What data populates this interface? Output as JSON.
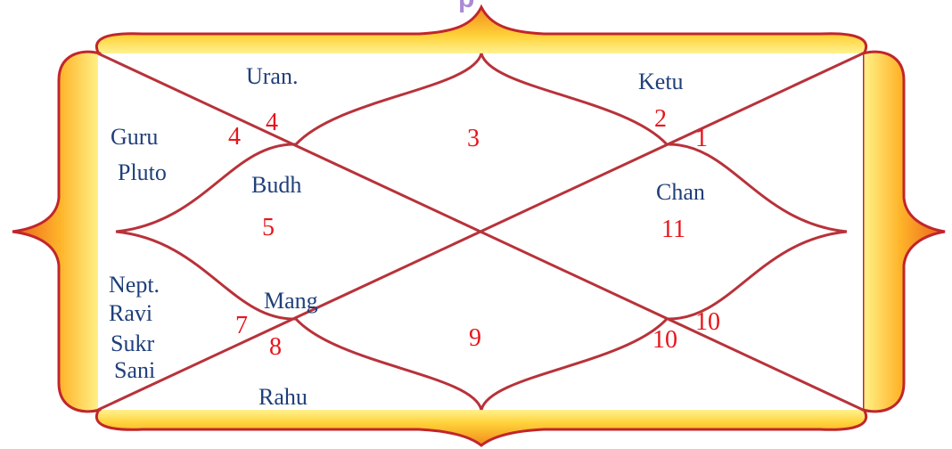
{
  "title_fragment": "p",
  "colors": {
    "frame_dark": "#c0262c",
    "frame_mid": "#f28a1a",
    "frame_light": "#fff59a",
    "lines": "#b8323a",
    "planet_text": "#1f3f7a",
    "house_number": "#e8141b",
    "title_fragment": "#a98ad6"
  },
  "house_numbers": {
    "a": "4",
    "b": "4",
    "c": "3",
    "d": "2",
    "e": "1",
    "f": "5",
    "g": "11",
    "h": "7",
    "i": "8",
    "j": "9",
    "k": "10",
    "l": "10"
  },
  "planets": {
    "uran": "Uran.",
    "ketu": "Ketu",
    "guru": "Guru",
    "pluto": "Pluto",
    "budh": "Budh",
    "chan": "Chan",
    "nept": "Nept.",
    "mang": "Mang",
    "ravi": "Ravi",
    "sukr": "Sukr",
    "sani": "Sani",
    "rahu": "Rahu"
  }
}
